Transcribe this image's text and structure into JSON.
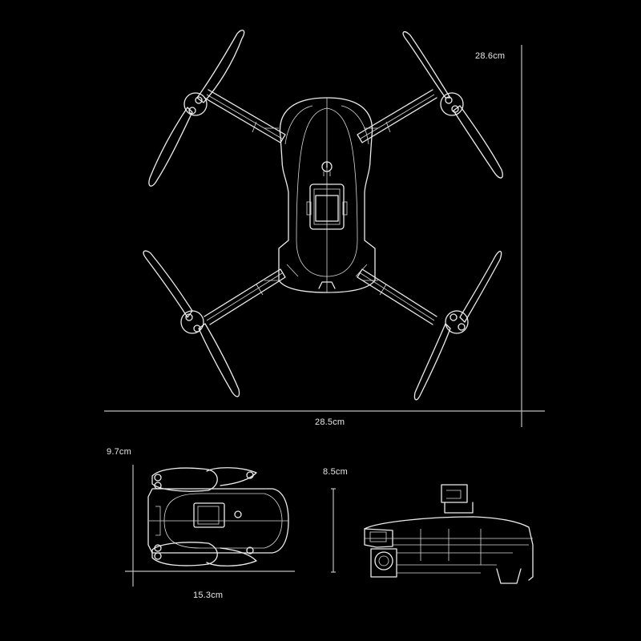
{
  "diagram": {
    "subject": "Foldable drone dimension drawing",
    "background_color": "#000000",
    "line_color": "#ececec",
    "views": [
      {
        "name": "top-view-unfolded",
        "dimensions": {
          "width": "28.5cm",
          "height": "28.6cm"
        }
      },
      {
        "name": "top-view-folded",
        "dimensions": {
          "width": "15.3cm",
          "height": "9.7cm"
        }
      },
      {
        "name": "side-view-folded",
        "dimensions": {
          "height": "8.5cm"
        }
      }
    ]
  },
  "labels": {
    "unfolded_height": "28.6cm",
    "unfolded_width": "28.5cm",
    "folded_height": "9.7cm",
    "folded_width": "15.3cm",
    "folded_side_height": "8.5cm"
  }
}
